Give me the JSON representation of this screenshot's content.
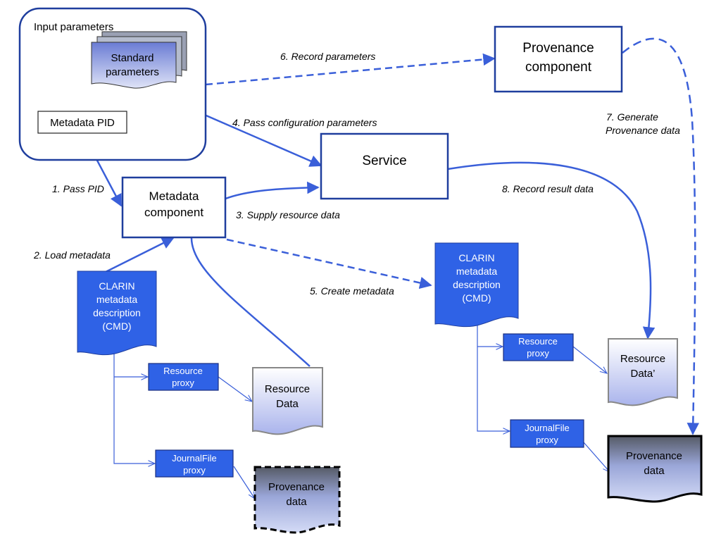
{
  "colors": {
    "blue_line": "#3a5fd9",
    "dark_blue": "#1f3e9e",
    "cmd_fill": "#2f62e6",
    "doc_light": "#c8d0f2",
    "doc_dark": "#5f6fc8"
  },
  "nodes": {
    "input_params": {
      "title": "Input parameters"
    },
    "standard_params": {
      "line1": "Standard",
      "line2": "parameters"
    },
    "metadata_pid": {
      "label": "Metadata PID"
    },
    "metadata_component": {
      "line1": "Metadata",
      "line2": "component"
    },
    "service": {
      "label": "Service"
    },
    "provenance_component": {
      "line1": "Provenance",
      "line2": "component"
    },
    "cmd_left": {
      "line1": "CLARIN",
      "line2": "metadata",
      "line3": "description",
      "line4": "(CMD)"
    },
    "resource_proxy_left": {
      "line1": "Resource",
      "line2": "proxy"
    },
    "resource_data_left": {
      "line1": "Resource",
      "line2": "Data"
    },
    "journalfile_proxy_left": {
      "line1": "JournalFile",
      "line2": "proxy"
    },
    "provenance_data_left": {
      "line1": "Provenance",
      "line2": "data"
    },
    "cmd_right": {
      "line1": "CLARIN",
      "line2": "metadata",
      "line3": "description",
      "line4": "(CMD)"
    },
    "resource_proxy_right": {
      "line1": "Resource",
      "line2": "proxy"
    },
    "resource_data_right": {
      "line1": "Resource",
      "line2": "Data’"
    },
    "journalfile_proxy_right": {
      "line1": "JournalFile",
      "line2": "proxy"
    },
    "provenance_data_right": {
      "line1": "Provenance",
      "line2": "data"
    }
  },
  "edges": {
    "e1": {
      "label": "1. Pass PID"
    },
    "e2": {
      "label": "2. Load metadata"
    },
    "e3": {
      "label": "3. Supply resource data"
    },
    "e4": {
      "label": "4. Pass configuration parameters"
    },
    "e5": {
      "label": "5. Create metadata"
    },
    "e6": {
      "label": "6. Record parameters"
    },
    "e7": {
      "line1": "7. Generate",
      "line2": "Provenance data"
    },
    "e8": {
      "label": "8. Record result data"
    }
  }
}
